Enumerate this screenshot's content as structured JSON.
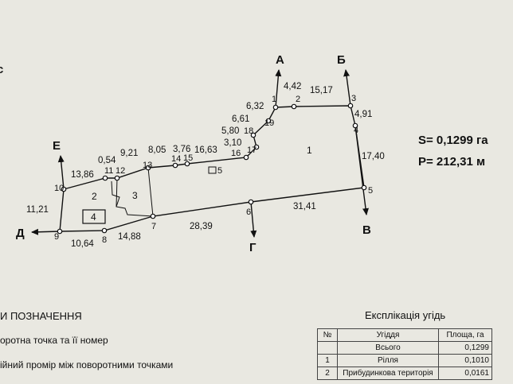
{
  "directions": [
    "А",
    "Б",
    "В",
    "Г",
    "Д",
    "Е"
  ],
  "points": [
    "1",
    "2",
    "3",
    "4",
    "5",
    "6",
    "7",
    "8",
    "9",
    "10",
    "11",
    "12",
    "13",
    "14",
    "15",
    "16",
    "17",
    "18",
    "19"
  ],
  "segments": [
    "4,42",
    "15,17",
    "4,91",
    "17,40",
    "31,41",
    "28,39",
    "14,88",
    "10,64",
    "11,21",
    "13,86",
    "0,54",
    "9,21",
    "8,05",
    "3,76",
    "16,63",
    "3,10",
    "5,80",
    "6,61",
    "6,32"
  ],
  "parcels": [
    "1",
    "2",
    "3",
    "4",
    "5"
  ],
  "summary": {
    "area": "S= 0,1299 га",
    "perimeter": "P= 212,31 м"
  },
  "legend": {
    "title": "И ПОЗНАЧЕННЯ",
    "items": [
      "оротна точка та її номер",
      "ійний промір між поворотними точками"
    ]
  },
  "explication": {
    "title": "Експлікація угідь",
    "headers": [
      "№",
      "Угіддя",
      "Площа, га"
    ],
    "rows": [
      [
        "",
        "Всього",
        "0,1299"
      ],
      [
        "1",
        "Рілля",
        "0,1010"
      ],
      [
        "2",
        "Прибудинкова територія",
        "0,0161"
      ]
    ]
  },
  "colors": {
    "paper": "#e9e8e1",
    "ink": "#111111"
  }
}
